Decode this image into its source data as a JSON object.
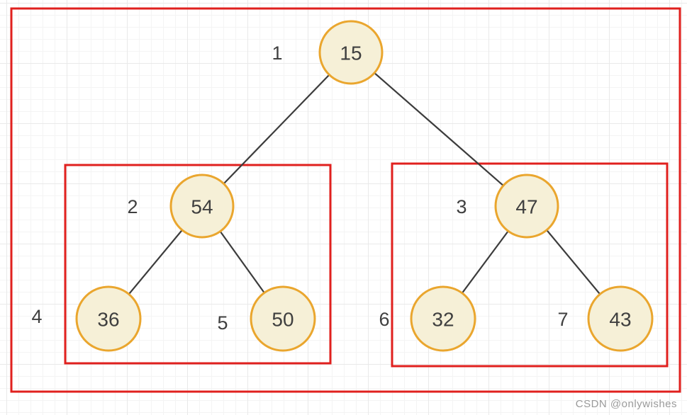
{
  "colors": {
    "node_fill": "#f6f0d7",
    "node_stroke": "#eaa62e",
    "edge_stroke": "#3c3c3c",
    "region_stroke": "#e0201e",
    "text": "#3f3f3f",
    "watermark_text": "#9a9a9a",
    "grid_minor": "#f4f4f4",
    "grid_major": "#e9e9e9",
    "background": "#ffffff"
  },
  "diagram": {
    "type": "binary-tree",
    "nodes": [
      {
        "value": "15",
        "label": "1"
      },
      {
        "value": "54",
        "label": "2"
      },
      {
        "value": "47",
        "label": "3"
      },
      {
        "value": "36",
        "label": "4"
      },
      {
        "value": "50",
        "label": "5"
      },
      {
        "value": "32",
        "label": "6"
      },
      {
        "value": "43",
        "label": "7"
      }
    ],
    "edges": [
      {
        "from": "15",
        "to": "54"
      },
      {
        "from": "15",
        "to": "47"
      },
      {
        "from": "54",
        "to": "36"
      },
      {
        "from": "54",
        "to": "50"
      },
      {
        "from": "47",
        "to": "32"
      },
      {
        "from": "47",
        "to": "43"
      }
    ],
    "regions": [
      {
        "name": "whole-tree",
        "contains": [
          "15",
          "54",
          "47",
          "36",
          "50",
          "32",
          "43"
        ]
      },
      {
        "name": "left-subtree",
        "contains": [
          "54",
          "36",
          "50"
        ]
      },
      {
        "name": "right-subtree",
        "contains": [
          "47",
          "32",
          "43"
        ]
      }
    ]
  },
  "watermark": {
    "text": "CSDN @onlywishes"
  }
}
